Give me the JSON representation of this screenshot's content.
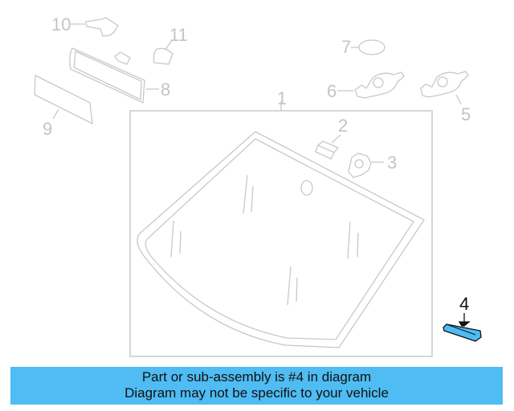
{
  "diagram": {
    "callouts": [
      {
        "num": "1",
        "part": "windshield-glass",
        "highlighted": false
      },
      {
        "num": "2",
        "part": "small-bracket",
        "highlighted": false
      },
      {
        "num": "3",
        "part": "sensor-bracket",
        "highlighted": false
      },
      {
        "num": "4",
        "part": "highlighted-part",
        "highlighted": true
      },
      {
        "num": "5",
        "part": "rain-sensor",
        "highlighted": false
      },
      {
        "num": "6",
        "part": "rain-sensor",
        "highlighted": false
      },
      {
        "num": "7",
        "part": "gasket",
        "highlighted": false
      },
      {
        "num": "8",
        "part": "rearview-mirror",
        "highlighted": false
      },
      {
        "num": "9",
        "part": "trim-panel",
        "highlighted": false
      },
      {
        "num": "10",
        "part": "mirror-cover",
        "highlighted": false
      },
      {
        "num": "11",
        "part": "cover",
        "highlighted": false
      }
    ],
    "colors": {
      "line": "#c8c8c8",
      "highlight_fill": "#4fbcf3",
      "highlight_stroke": "#111111",
      "banner_bg": "#4fbcf3"
    }
  },
  "banner": {
    "line1": "Part or sub-assembly is #4 in diagram",
    "line2": "Diagram may not be specific to your vehicle"
  }
}
